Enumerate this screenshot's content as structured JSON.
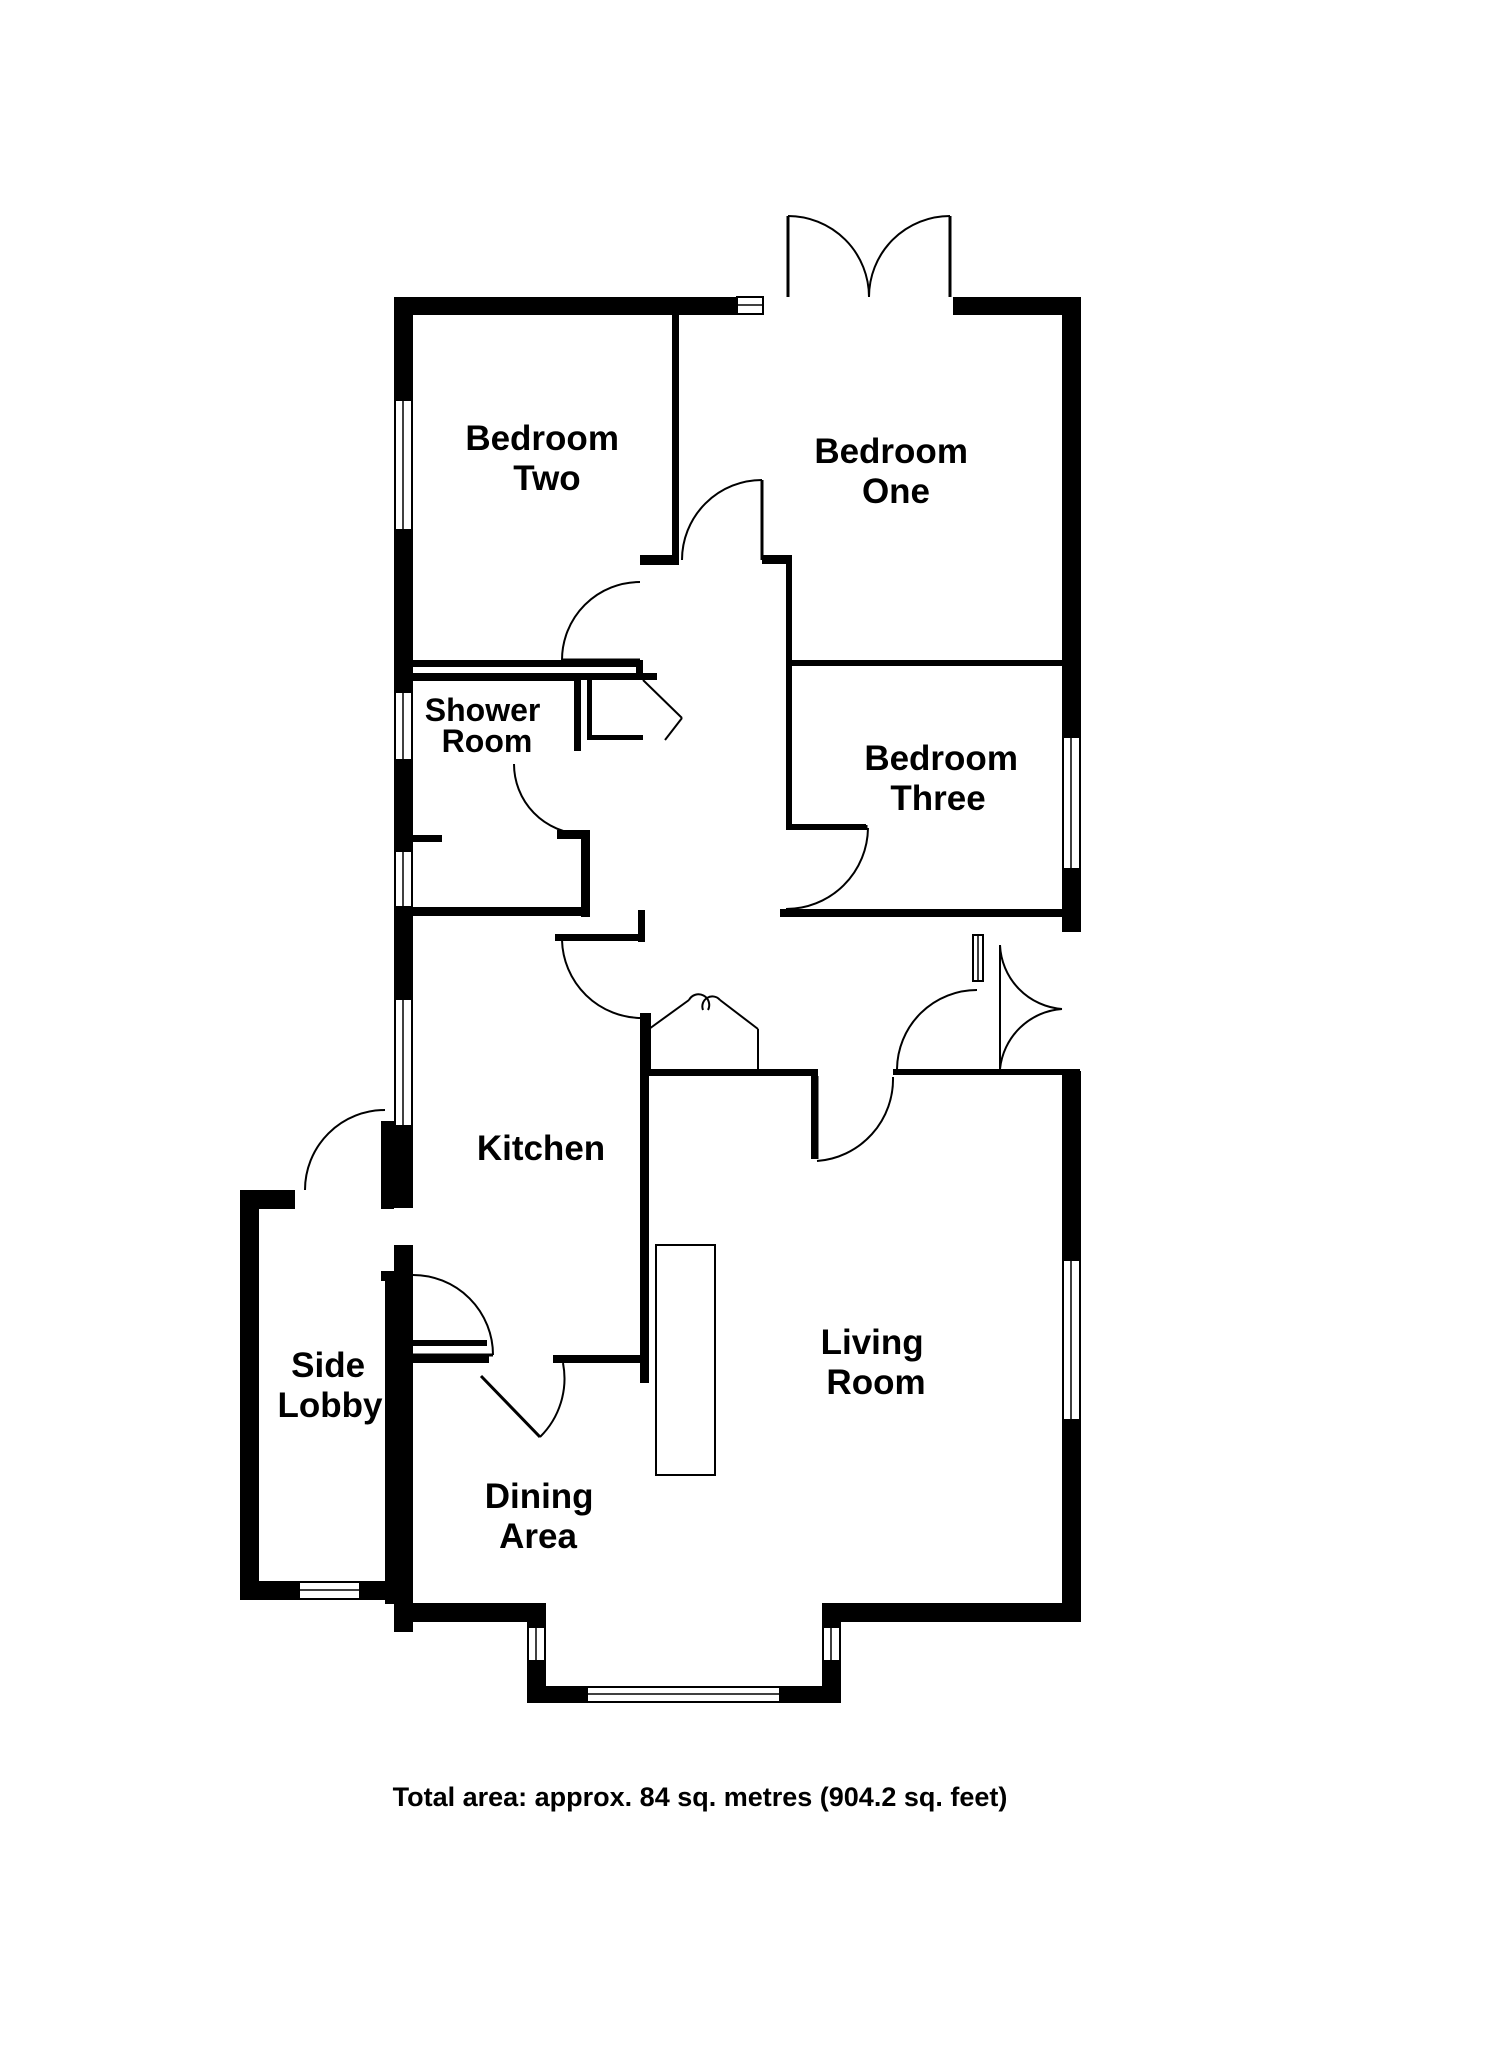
{
  "rooms": {
    "bedroom_two": [
      "Bedroom",
      "Two"
    ],
    "bedroom_one": [
      "Bedroom",
      "One"
    ],
    "shower_room": [
      "Shower",
      "Room"
    ],
    "bedroom_three": [
      "Bedroom",
      "Three"
    ],
    "kitchen": [
      "Kitchen"
    ],
    "side_lobby": [
      "Side",
      "Lobby"
    ],
    "living_room": [
      "Living",
      "Room"
    ],
    "dining_area": [
      "Dining",
      "Area"
    ]
  },
  "total_area": "Total area: approx. 84 sq. metres (904.2 sq. feet)"
}
